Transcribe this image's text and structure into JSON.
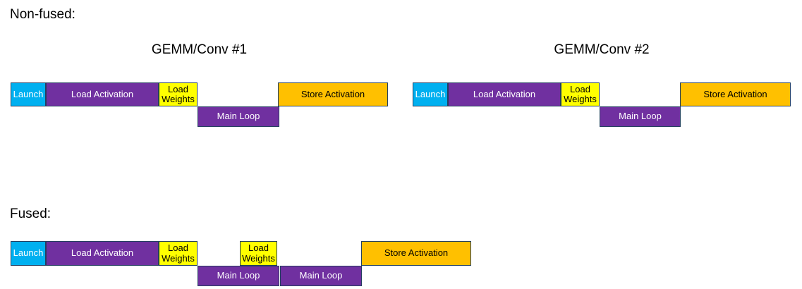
{
  "colors": {
    "launch": "#00B0F0",
    "load_activation": "#7030A0",
    "load_weights": "#FFFF00",
    "main_loop": "#7030A0",
    "store_activation": "#FFC000",
    "border": "#243F60",
    "text_light": "#FFFFFF",
    "text_dark": "#000000",
    "heading_text": "#000000",
    "background": "#FFFFFF"
  },
  "labels": {
    "non_fused": "Non-fused:",
    "fused": "Fused:",
    "gemm1": "GEMM/Conv #1",
    "gemm2": "GEMM/Conv #2",
    "launch": "Launch",
    "load_activation": "Load Activation",
    "load_weights": "Load Weights",
    "main_loop": "Main Loop",
    "store_activation": "Store Activation"
  },
  "diagram": {
    "non_fused": {
      "heading": "Non-fused:",
      "groups": [
        {
          "title": "GEMM/Conv #1",
          "top_row": [
            "Launch",
            "Load Activation",
            "Load Weights",
            "Store Activation"
          ],
          "offset_row": [
            "Main Loop"
          ]
        },
        {
          "title": "GEMM/Conv #2",
          "top_row": [
            "Launch",
            "Load Activation",
            "Load Weights",
            "Store Activation"
          ],
          "offset_row": [
            "Main Loop"
          ]
        }
      ]
    },
    "fused": {
      "heading": "Fused:",
      "top_row": [
        "Launch",
        "Load Activation",
        "Load Weights",
        "Load Weights",
        "Store Activation"
      ],
      "offset_row": [
        "Main Loop",
        "Main Loop"
      ]
    }
  }
}
